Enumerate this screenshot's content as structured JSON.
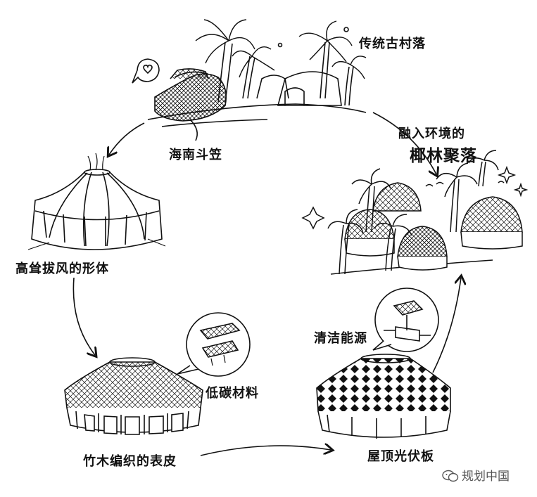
{
  "labels": {
    "traditional_village": "传统古村落",
    "hat": "海南斗笠",
    "form": "高耸拔风的形体",
    "skin": "竹木编织的表皮",
    "low_carbon": "低碳材料",
    "roof_pv": "屋顶光伏板",
    "clean_energy": "清洁能源",
    "integrate_line1": "融入环境的",
    "integrate_line2": "椰林聚落"
  },
  "watermark": "规划中国",
  "colors": {
    "ink": "#111111",
    "paper": "#ffffff",
    "watermark": "#555555"
  }
}
